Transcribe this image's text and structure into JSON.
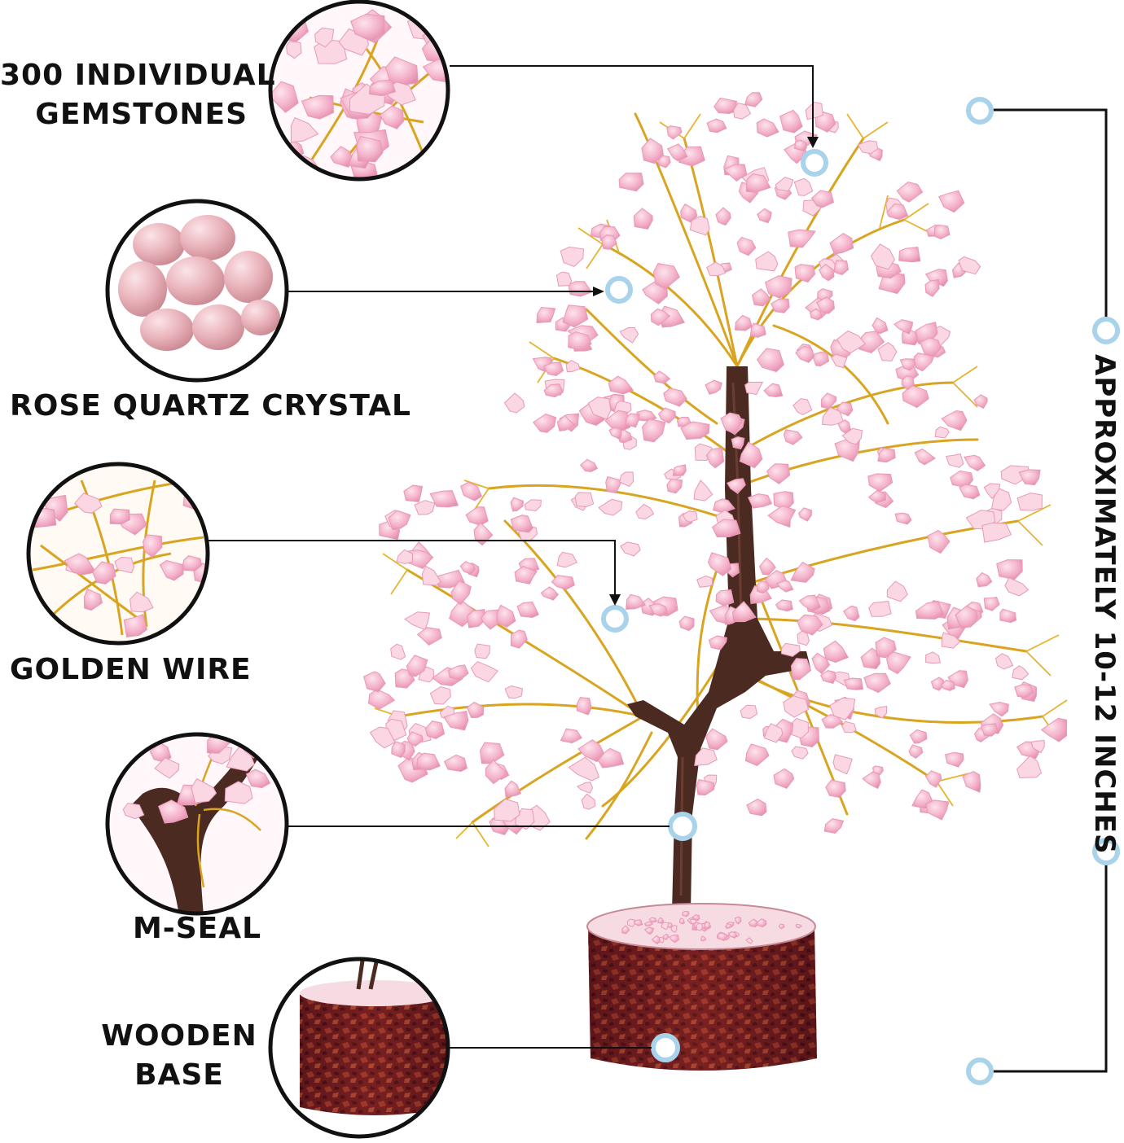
{
  "labels": {
    "gemstones_line1": "300 INDIVIDUAL",
    "gemstones_line2": "GEMSTONES",
    "rose_quartz": "ROSE QUARTZ CRYSTAL",
    "golden_wire": "GOLDEN WIRE",
    "m_seal": "M-SEAL",
    "wooden_base_line1": "WOODEN",
    "wooden_base_line2": "BASE",
    "height": "APPROXIMATELY 10-12 INCHES"
  },
  "colors": {
    "text": "#111111",
    "connector": "#111111",
    "marker_ring": "#a9d3ea",
    "stone_pink": "#f5b9cf",
    "stone_light": "#fbd6e3",
    "wire_gold": "#d9a521",
    "trunk_brown": "#4b2a22",
    "base_red": "#7a1d22",
    "circle_border": "#111111"
  }
}
